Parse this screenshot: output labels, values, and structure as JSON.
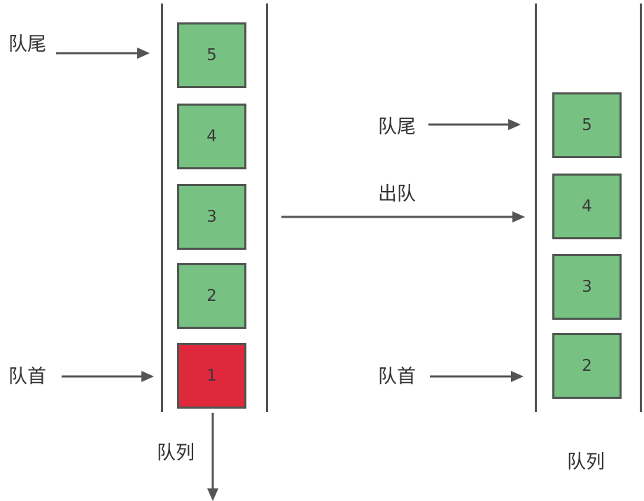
{
  "colors": {
    "box_fill": "#77c282",
    "highlight_fill": "#e0283d",
    "stroke": "#545454"
  },
  "left_queue": {
    "tail_label": "队尾",
    "head_label": "队首",
    "caption": "队列",
    "items": [
      "5",
      "4",
      "3",
      "2",
      "1"
    ],
    "dequeued_item": "1"
  },
  "operation": {
    "label": "出队"
  },
  "right_queue": {
    "tail_label": "队尾",
    "head_label": "队首",
    "caption": "队列",
    "items": [
      "5",
      "4",
      "3",
      "2"
    ]
  }
}
